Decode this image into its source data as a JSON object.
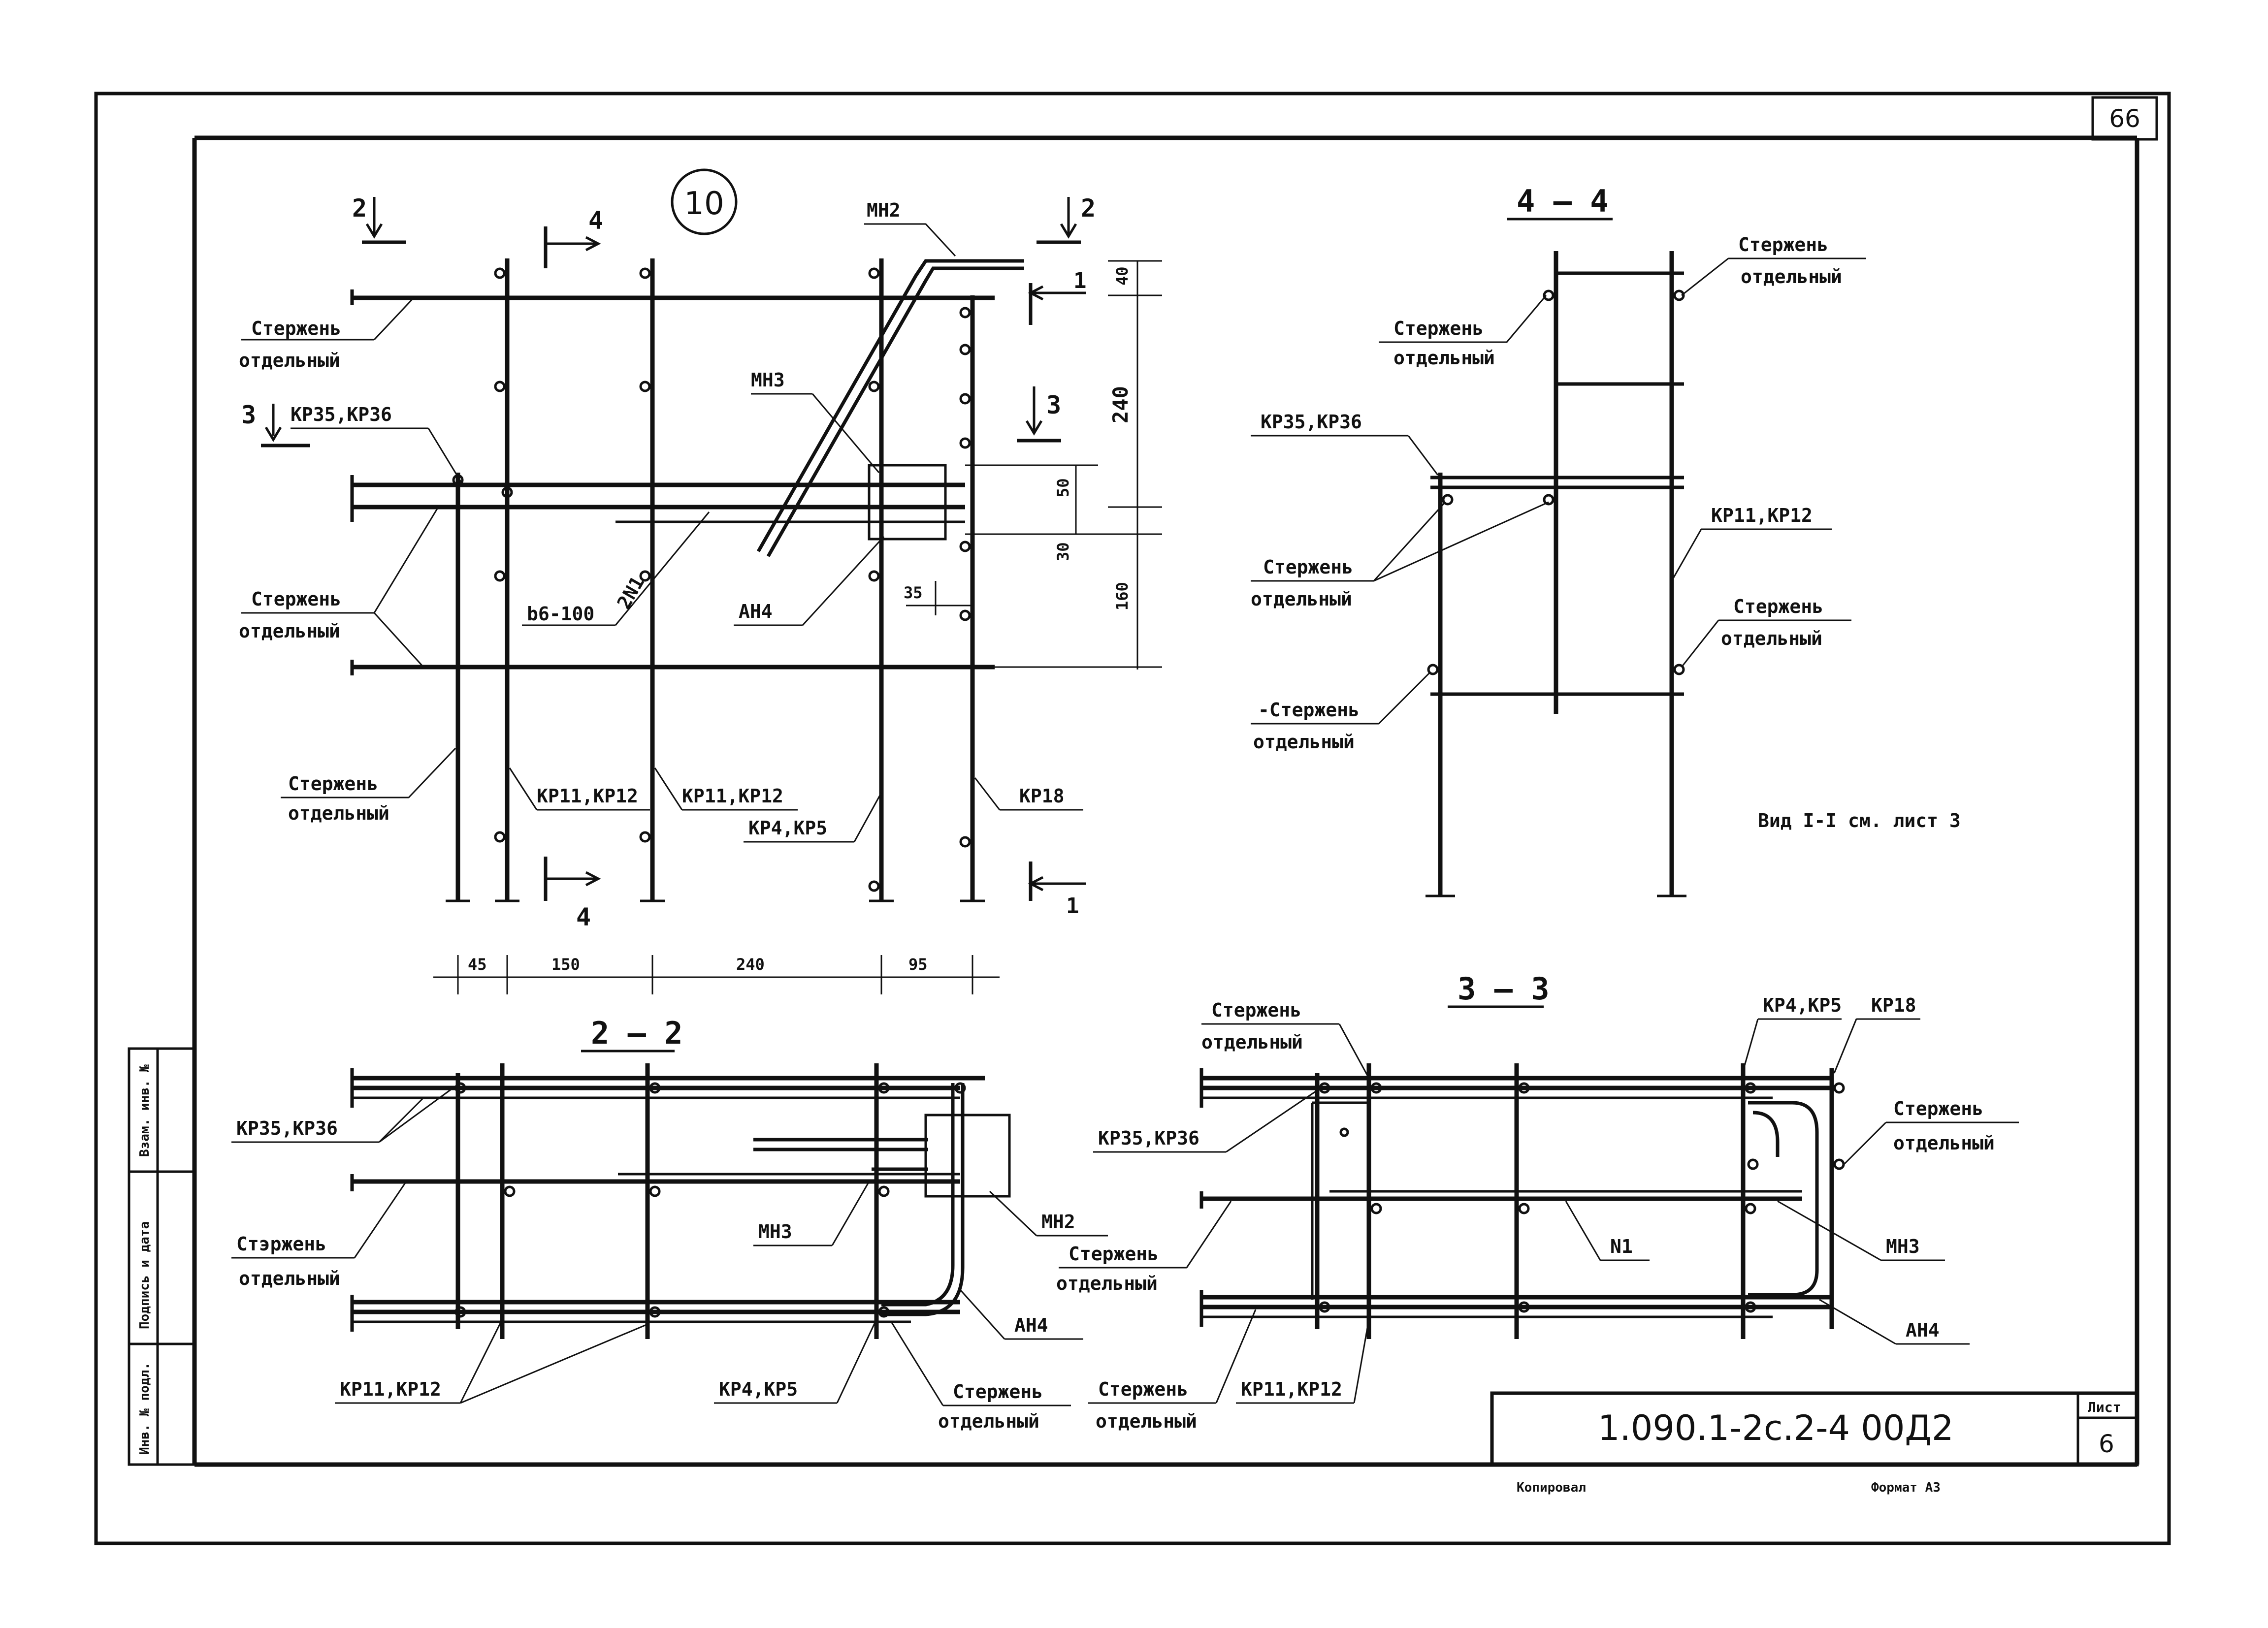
{
  "page_number": "66",
  "node_number": "10",
  "sections": {
    "s22": "2 — 2",
    "s33": "3 — 3",
    "s44": "4 — 4"
  },
  "cut_marks": {
    "c1": "1",
    "c2": "2",
    "c3": "3",
    "c4": "4"
  },
  "labels": {
    "sterzhen": "Стержень",
    "sterzhen_typo": "Стэржень",
    "sterzhen_dash": "-Стержень",
    "otdelny": "отдельный",
    "kr35_kr36": "КР35,КР36",
    "kr11_kr12": "КР11,КР12",
    "kr4_kr5": "КР4,КР5",
    "kr18": "КР18",
    "mn2": "МН2",
    "mn3": "МН3",
    "an4": "АН4",
    "n1": "N1",
    "rebar_spec": "b6-100",
    "rebar_count": "2N1",
    "vid_note": "Вид I-I см. лист 3"
  },
  "dimensions": {
    "d40": "40",
    "d240": "240",
    "d50": "50",
    "d30": "30",
    "d160": "160",
    "d35": "35",
    "d45": "45",
    "d150": "150",
    "d240b": "240",
    "d95": "95"
  },
  "stamp": {
    "designation": "1.090.1-2с.2-4 00Д2",
    "sheet_label": "Лист",
    "sheet_number": "6",
    "copied_label": "Копировал",
    "format_label": "Формат А3"
  },
  "side_strip": [
    "Взам. инв. №",
    "Подпись и дата",
    "Инв. № подл."
  ]
}
